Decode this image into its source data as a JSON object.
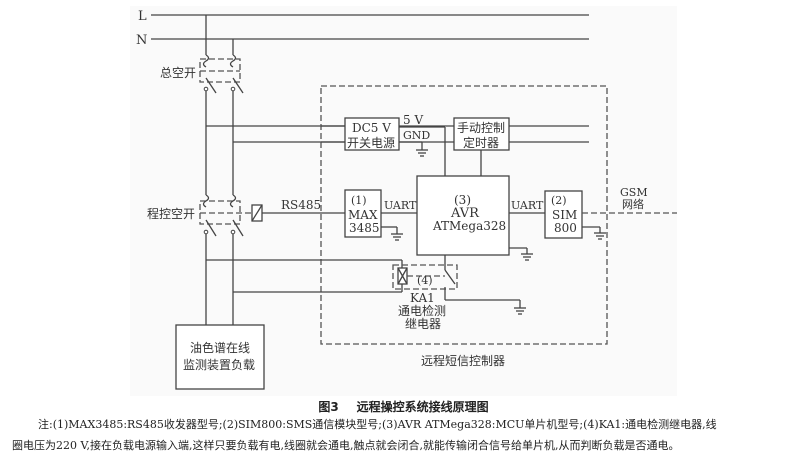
{
  "lines": {
    "live": "L",
    "neutral": "N"
  },
  "breakers": {
    "main": "总空开",
    "program_controlled": "程控空开"
  },
  "bus": {
    "rs485": "RS485",
    "uart_left": "UART",
    "uart_right": "UART"
  },
  "power_supply": {
    "line1": "DC5 V",
    "line2": "开关电源",
    "out_5v": "5 V",
    "gnd": "GND"
  },
  "manual_timer": {
    "line1": "手动控制",
    "line2": "定时器"
  },
  "max3485": {
    "index": "(1)",
    "line1": "MAX",
    "line2": "3485"
  },
  "mcu": {
    "index": "(3)",
    "line1": "AVR",
    "line2": "ATMega328"
  },
  "sim800": {
    "index": "(2)",
    "line1": "SIM",
    "line2": "800"
  },
  "gsm": {
    "line1": "GSM",
    "line2": "网络"
  },
  "relay": {
    "index": "(4)",
    "name": "KA1",
    "desc1": "通电检测",
    "desc2": "继电器"
  },
  "load": {
    "line1": "油色谱在线",
    "line2": "监测装置负载"
  },
  "controller_label": "远程短信控制器",
  "caption": {
    "number": "图3",
    "title": "远程操控系统接线原理图"
  },
  "note": {
    "line1": "注:(1)MAX3485:RS485收发器型号;(2)SIM800:SMS通信模块型号;(3)AVR  ATMega328:MCU单片机型号;(4)KA1:通电检测继电器,线",
    "line2": "圈电压为220 V,接在负载电源输入端,这样只要负载有电,线圈就会通电,触点就会闭合,就能传输闭合信号给单片机,从而判断负载是否通电。"
  }
}
